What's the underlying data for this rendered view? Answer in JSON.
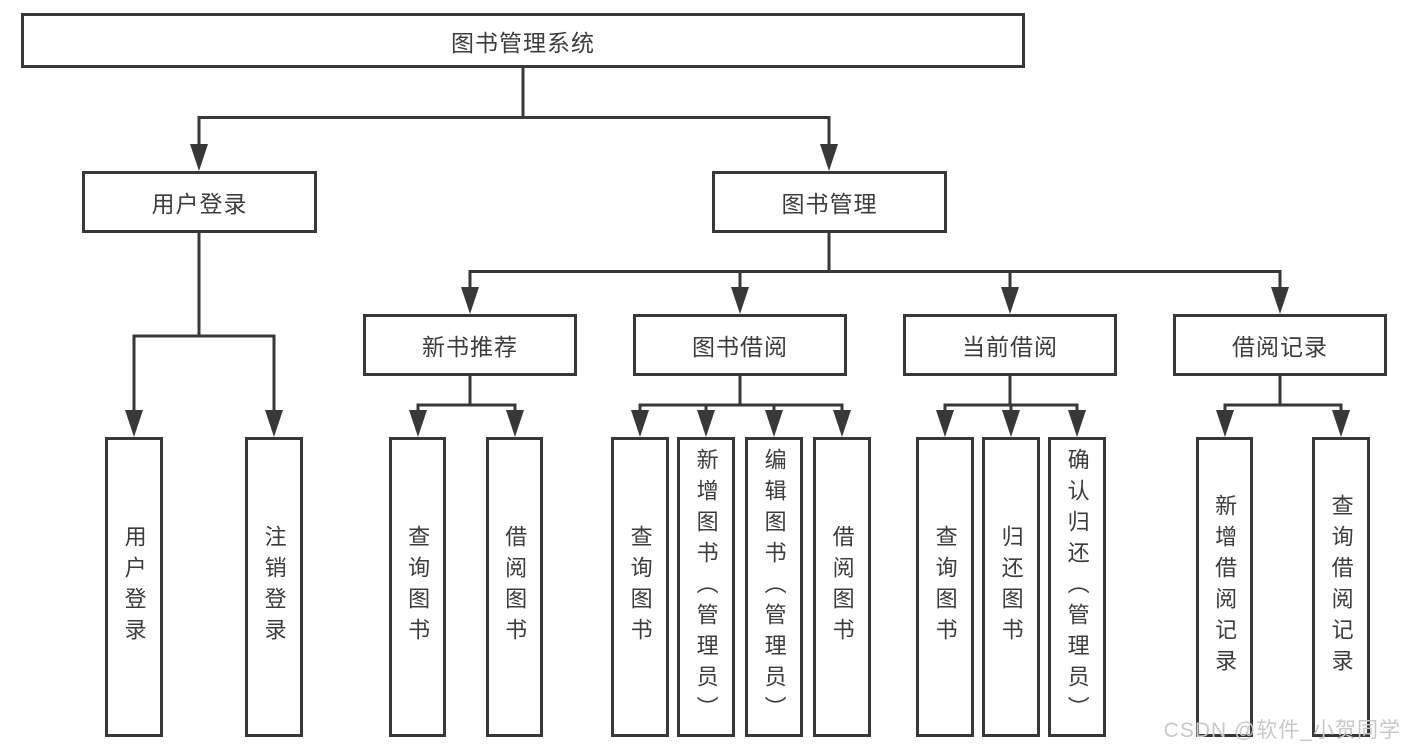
{
  "tree": {
    "root": "图书管理系统",
    "branches": [
      {
        "label": "用户登录",
        "children": [
          "用户登录",
          "注销登录"
        ]
      },
      {
        "label": "图书管理",
        "sections": [
          {
            "label": "新书推荐",
            "children": [
              "查询图书",
              "借阅图书"
            ]
          },
          {
            "label": "图书借阅",
            "children": [
              "查询图书",
              "新增图书（管理员）",
              "编辑图书（管理员）",
              "借阅图书"
            ]
          },
          {
            "label": "当前借阅",
            "children": [
              "查询图书",
              "归还图书",
              "确认归还（管理员）"
            ]
          },
          {
            "label": "借阅记录",
            "children": [
              "新增借阅记录",
              "查询借阅记录"
            ]
          }
        ]
      }
    ]
  },
  "watermark": "CSDN @软件_小贺同学",
  "colors": {
    "line": "#383838",
    "text": "#3c3c3c",
    "watermark": "#c8c8cc",
    "background": "#ffffff"
  }
}
